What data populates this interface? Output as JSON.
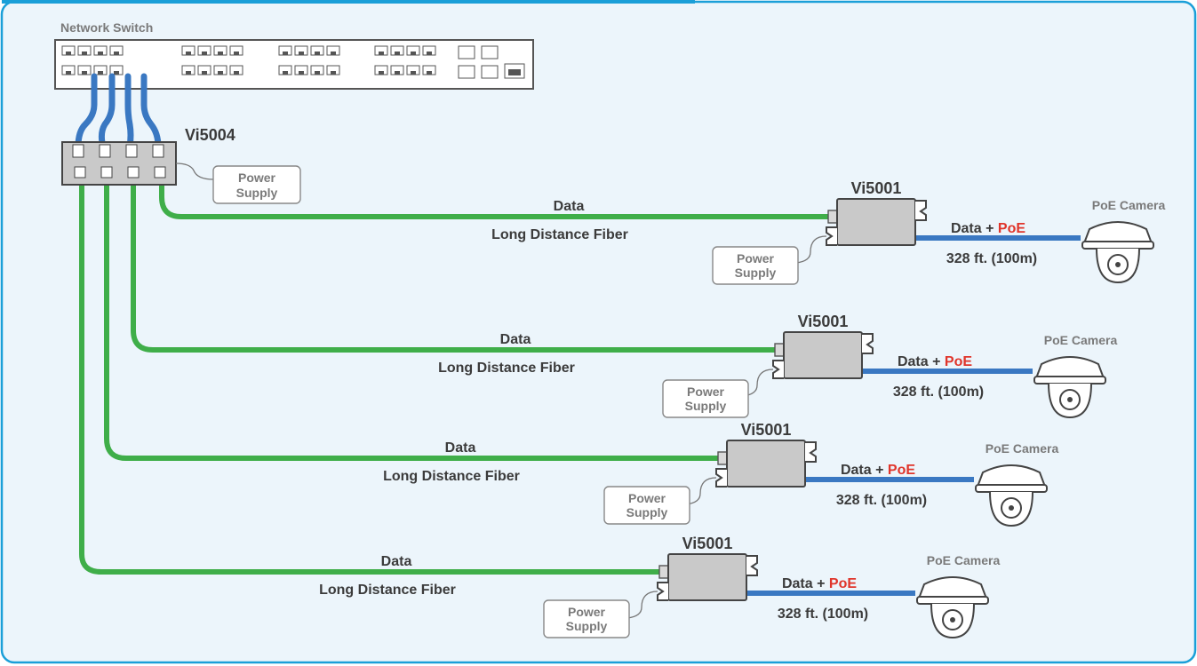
{
  "colors": {
    "frame": "#1a9fd8",
    "background": "#ecf5fb",
    "fiber": "#3fae49",
    "copper": "#3a78c2",
    "poe_accent": "#e0352b",
    "device_fill": "#c9c9c9",
    "text_dark": "#3b3b3b",
    "text_gray": "#7a7a7a"
  },
  "switch": {
    "label": "Network Switch"
  },
  "hub": {
    "label": "Vi5004",
    "power_label_1": "Power",
    "power_label_2": "Supply"
  },
  "links": [
    {
      "fiber_top": "Data",
      "fiber_bottom": "Long Distance Fiber",
      "unit": "Vi5001",
      "power_1": "Power",
      "power_2": "Supply",
      "poe_data": "Data + ",
      "poe_word": "PoE",
      "distance": "328 ft. (100m)",
      "camera": "PoE Camera"
    },
    {
      "fiber_top": "Data",
      "fiber_bottom": "Long Distance Fiber",
      "unit": "Vi5001",
      "power_1": "Power",
      "power_2": "Supply",
      "poe_data": "Data + ",
      "poe_word": "PoE",
      "distance": "328 ft. (100m)",
      "camera": "PoE Camera"
    },
    {
      "fiber_top": "Data",
      "fiber_bottom": "Long Distance Fiber",
      "unit": "Vi5001",
      "power_1": "Power",
      "power_2": "Supply",
      "poe_data": "Data + ",
      "poe_word": "PoE",
      "distance": "328 ft. (100m)",
      "camera": "PoE Camera"
    },
    {
      "fiber_top": "Data",
      "fiber_bottom": "Long Distance Fiber",
      "unit": "Vi5001",
      "power_1": "Power",
      "power_2": "Supply",
      "poe_data": "Data + ",
      "poe_word": "PoE",
      "distance": "328 ft. (100m)",
      "camera": "PoE Camera"
    }
  ]
}
